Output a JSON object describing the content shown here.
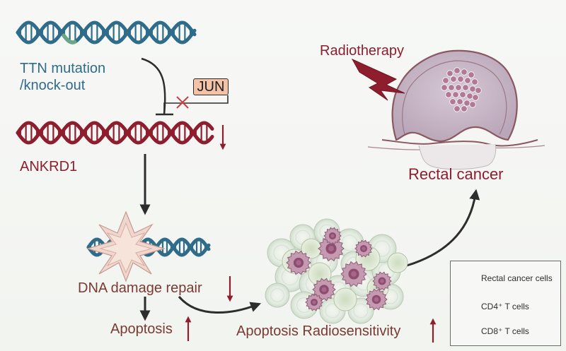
{
  "labels": {
    "ttn_line1": "TTN mutation",
    "ttn_line2": "/knock-out",
    "jun": "JUN",
    "ankrd1": "ANKRD1",
    "dna_damage_repair": "DNA damage repair",
    "apoptosis_left": "Apoptosis",
    "apoptosis_radiosensitivity": "Apoptosis Radiosensitivity",
    "radiotherapy": "Radiotherapy",
    "rectal_cancer": "Rectal cancer"
  },
  "legend": {
    "items": [
      {
        "label": "Rectal cancer cells"
      },
      {
        "label": "CD4⁺ T cells"
      },
      {
        "label": "CD8⁺ T cells"
      }
    ]
  },
  "colors": {
    "dna_blue": "#2f6c8a",
    "dna_green_accent": "#6aa585",
    "dna_wine": "#8e1e2d",
    "arrow_dark": "#2d2d2d",
    "inhibit_x": "#d23a3a",
    "jun_fill": "#f2c3a6",
    "tumor_fill": "#c9b7c8",
    "cancer_cell": "#b07a98",
    "cd4_cell": "#e6eee4",
    "cd8_cell": "#c9d8b9"
  }
}
